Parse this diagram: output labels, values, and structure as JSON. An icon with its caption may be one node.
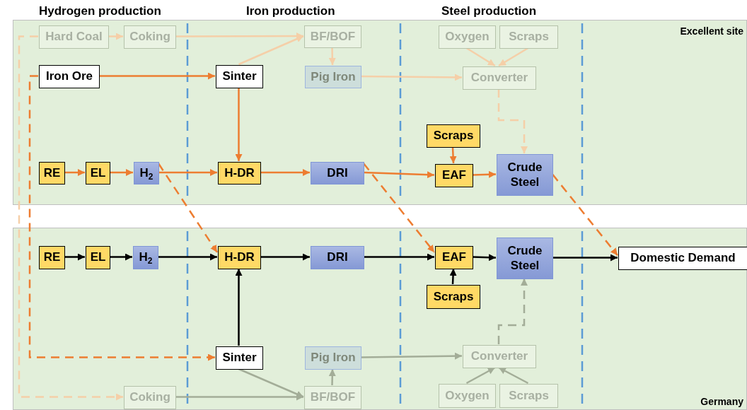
{
  "diagram": {
    "nodes": [
      {
        "text": [
          "Excellent site"
        ]
      },
      {
        "text": [
          "Hard Coal"
        ],
        "in": 0
      },
      {
        "text": [
          "Coking"
        ],
        "in": 0
      },
      {
        "text": [
          "BF/BOF"
        ],
        "in": 0
      },
      {
        "text": [
          "Oxygen"
        ],
        "in": 0
      },
      {
        "text": [
          "Scraps"
        ],
        "in": 0
      },
      {
        "text": [
          "Iron Ore"
        ],
        "in": 0
      },
      {
        "text": [
          "Sinter"
        ],
        "in": 0
      },
      {
        "text": [
          "Pig Iron"
        ],
        "in": 0
      },
      {
        "text": [
          "Converter"
        ],
        "in": 0
      },
      {
        "text": [
          "Scraps"
        ],
        "in": 0
      },
      {
        "text": [
          "RE"
        ],
        "in": 0
      },
      {
        "text": [
          "EL"
        ],
        "in": 0
      },
      {
        "text": [
          "H$_{2}$"
        ],
        "in": 0
      },
      {
        "text": [
          "H-DR"
        ],
        "in": 0
      },
      {
        "text": [
          "DRI"
        ],
        "in": 0
      },
      {
        "text": [
          "EAF"
        ],
        "in": 0
      },
      {
        "text": [
          "Crude Steel"
        ],
        "in": 0
      },
      {
        "text": [
          "Germany"
        ]
      },
      {
        "text": [
          "RE"
        ],
        "in": 18
      },
      {
        "text": [
          "EL"
        ],
        "in": 18
      },
      {
        "text": [
          "H$_{2}$"
        ],
        "in": 18
      },
      {
        "text": [
          "H-DR"
        ],
        "in": 18
      },
      {
        "text": [
          "DRI"
        ],
        "in": 18
      },
      {
        "text": [
          "EAF"
        ],
        "in": 18
      },
      {
        "text": [
          "Crude Steel"
        ],
        "in": 18
      },
      {
        "text": [
          "Domestic Demand"
        ],
        "in": 18
      },
      {
        "text": [
          "Scraps"
        ],
        "in": 18
      },
      {
        "text": [
          "Sinter"
        ],
        "in": 18
      },
      {
        "text": [
          "Pig Iron"
        ],
        "in": 18
      },
      {
        "text": [
          "Converter"
        ],
        "in": 18
      },
      {
        "text": [
          "Coking"
        ],
        "in": 18
      },
      {
        "text": [
          "BF/BOF"
        ],
        "in": 18
      },
      {
        "text": [
          "Oxygen"
        ],
        "in": 18
      },
      {
        "text": [
          "Scraps"
        ],
        "in": 18
      }
    ],
    "edges": [
      {
        "from": 1,
        "to": 2,
        "arrow": "to",
        "color": "#f5cfa8"
      },
      {
        "from": 2,
        "to": 3,
        "arrow": "to",
        "color": "#f5cfa8"
      },
      {
        "from": 7,
        "to": 3,
        "arrow": "to",
        "color": "#f5cfa8"
      },
      {
        "from": 3,
        "to": 8,
        "arrow": "to",
        "color": "#f5cfa8"
      },
      {
        "from": 8,
        "to": 9,
        "arrow": "to",
        "color": "#f5cfa8"
      },
      {
        "from": 4,
        "to": 9,
        "arrow": "to",
        "color": "#f5cfa8"
      },
      {
        "from": 5,
        "to": 9,
        "arrow": "to",
        "color": "#f5cfa8"
      },
      {
        "from": 9,
        "to": 17,
        "arrow": "to",
        "style": "dashed",
        "color": "#f5cfa8"
      },
      {
        "from": 6,
        "to": 7,
        "arrow": "to"
      },
      {
        "from": 7,
        "to": 14,
        "arrow": "to"
      },
      {
        "from": 11,
        "to": 12,
        "arrow": "to"
      },
      {
        "from": 12,
        "to": 13,
        "arrow": "to"
      },
      {
        "from": 13,
        "to": 14,
        "arrow": "to"
      },
      {
        "from": 14,
        "to": 15,
        "arrow": "to"
      },
      {
        "from": 15,
        "to": 16,
        "arrow": "to"
      },
      {
        "from": 10,
        "to": 16,
        "arrow": "to"
      },
      {
        "from": 16,
        "to": 17,
        "arrow": "to"
      },
      {
        "from": 13,
        "to": 22,
        "arrow": "to",
        "style": "dashed"
      },
      {
        "from": 15,
        "to": 24,
        "arrow": "to",
        "style": "dashed"
      },
      {
        "from": 17,
        "to": 26,
        "arrow": "to",
        "style": "dashed"
      },
      {
        "from": 6,
        "to": 28,
        "arrow": "to",
        "style": "dashed"
      },
      {
        "from": 1,
        "to": 31,
        "arrow": "to",
        "style": "dashed",
        "color": "#f5cfa8"
      },
      {
        "from": 19,
        "to": 20,
        "arrow": "to",
        "color": "#000000"
      },
      {
        "from": 20,
        "to": 21,
        "arrow": "to",
        "color": "#000000"
      },
      {
        "from": 21,
        "to": 22,
        "arrow": "to",
        "color": "#000000"
      },
      {
        "from": 22,
        "to": 23,
        "arrow": "to",
        "color": "#000000"
      },
      {
        "from": 23,
        "to": 24,
        "arrow": "to",
        "color": "#000000"
      },
      {
        "from": 24,
        "to": 25,
        "arrow": "to",
        "color": "#000000"
      },
      {
        "from": 25,
        "to": 26,
        "arrow": "to",
        "color": "#000000"
      },
      {
        "from": 27,
        "to": 24,
        "arrow": "to",
        "color": "#000000"
      },
      {
        "from": 28,
        "to": 22,
        "arrow": "to",
        "color": "#000000"
      },
      {
        "from": 28,
        "to": 32,
        "arrow": "to",
        "color": "#a3ad98"
      },
      {
        "from": 31,
        "to": 32,
        "arrow": "to",
        "color": "#a3ad98"
      },
      {
        "from": 32,
        "to": 29,
        "arrow": "to",
        "color": "#a3ad98"
      },
      {
        "from": 29,
        "to": 30,
        "arrow": "to",
        "color": "#a3ad98"
      },
      {
        "from": 33,
        "to": 30,
        "arrow": "to",
        "color": "#a3ad98"
      },
      {
        "from": 34,
        "to": 30,
        "arrow": "to",
        "color": "#a3ad98"
      },
      {
        "from": 30,
        "to": 25,
        "arrow": "to",
        "style": "dashed",
        "color": "#a3ad98"
      }
    ],
    "labels": [
      "Hydrogen production",
      "Iron production",
      "Steel production"
    ]
  }
}
